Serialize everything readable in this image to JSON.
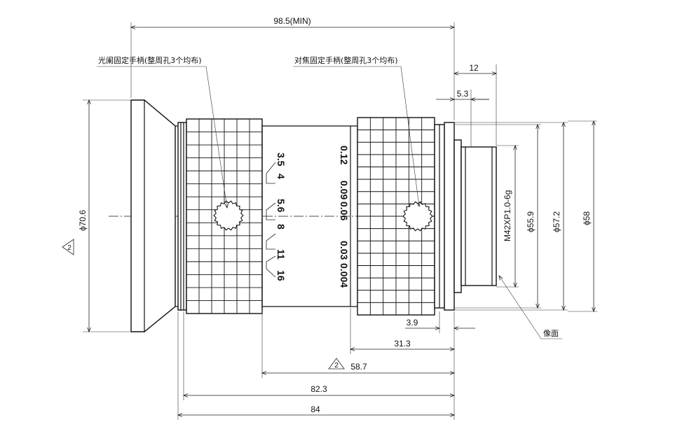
{
  "callouts": {
    "iris_handle": "光阑固定手柄(整周孔3个均布)",
    "focus_handle": "对焦固定手柄(整周孔3个均布)",
    "image_plane": "像面"
  },
  "dimensions": {
    "total_min": "98.5(MIN)",
    "d12": "12",
    "d5_3": "5.3",
    "d3_9": "3.9",
    "d31_3": "31.3",
    "d58_7": "58.7",
    "d82_3": "82.3",
    "d84": "84",
    "dia_front": "ϕ70.6",
    "thread": "M42XP1.0-6g",
    "dia_55_9": "ϕ55.9",
    "dia_57_2": "ϕ57.2",
    "dia_58": "ϕ58",
    "note_mark": "2"
  },
  "aperture_scale": [
    "3.5",
    "4",
    "5.6",
    "8",
    "11",
    "16"
  ],
  "focus_scale": [
    "0.12",
    "0.09",
    "0.06",
    "0.03",
    "0.004"
  ]
}
